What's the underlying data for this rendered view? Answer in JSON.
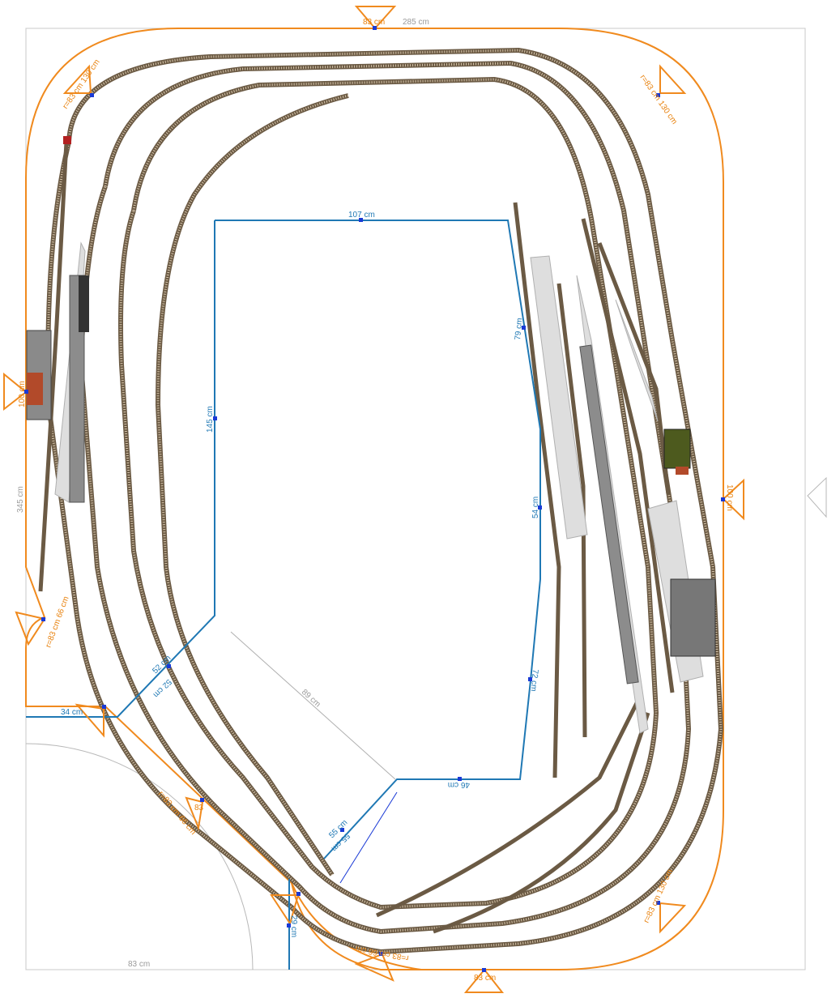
{
  "colors": {
    "track_rail": "#6b5a44",
    "track_tie": "#b89e7a",
    "border_orange": "#f08a1e",
    "dimension_blue": "#1f78b4",
    "platform": "#dcdcdc",
    "building_grey": "#777777",
    "building_green": "#4d5a1e",
    "building_red": "#b24a2a",
    "handle_blue": "#1a3ad6"
  },
  "labels": {
    "top_width_grey": "285 cm",
    "top_small": "83 cm",
    "corner_tl": "r=83 cm 130 cm",
    "corner_tr": "r=83 cm 130 cm",
    "corner_bl": "r=83 cm 66 cm",
    "corner_br": "r=83 cm 130 cm",
    "right_side": "100 cm",
    "left_side": "100 cm",
    "left_height_grey": "345 cm",
    "bottom_center": "r=83 cm 66 cm",
    "bottom_left_grey": "83 cm",
    "bottom_right": "83 cm",
    "arc_lower_left": "r=83 cm 66 cm",
    "inner_top": "107 cm",
    "inner_left": "145 cm",
    "inner_right_upper": "79 cm",
    "inner_right_mid": "54 cm",
    "inner_right_lower": "72 cm",
    "inner_bottom": "46 cm",
    "diag_upper_a": "52 cm",
    "diag_upper_b": "52 cm",
    "diag_lower_a": "55 cm",
    "diag_lower_b": "55 cm",
    "left_horizontal": "34 cm",
    "thin_diagonal": "89 cm",
    "small_arrow_1": "83",
    "vertical_lower": "29 cm",
    "bottom_edge": "83 cm"
  }
}
